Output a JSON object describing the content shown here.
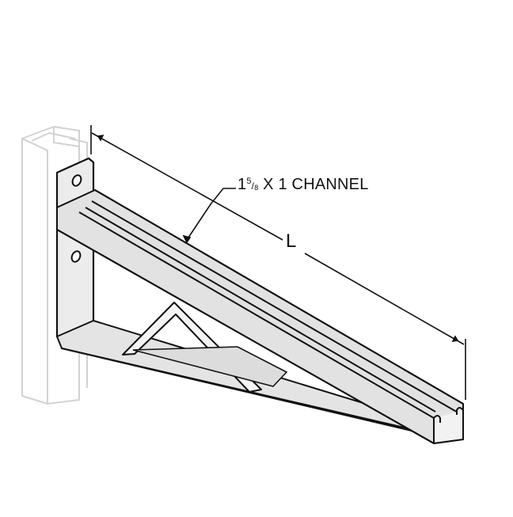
{
  "diagram": {
    "title": "Cantilever bracket with channel",
    "labels": {
      "channel_whole": "1",
      "channel_num": "5",
      "channel_slash": "/",
      "channel_den": "8",
      "channel_rest": " X 1 CHANNEL",
      "length": "L"
    },
    "components": [
      "strut post (ghosted)",
      "mounting plate with two bolt holes",
      "1-5/8 x 1 channel arm",
      "bottom brace",
      "diagonal gusset"
    ],
    "colors": {
      "line": "#111111",
      "fill": "#e6e6e6",
      "ghost": "#cfcfcf",
      "background": "#ffffff"
    }
  }
}
